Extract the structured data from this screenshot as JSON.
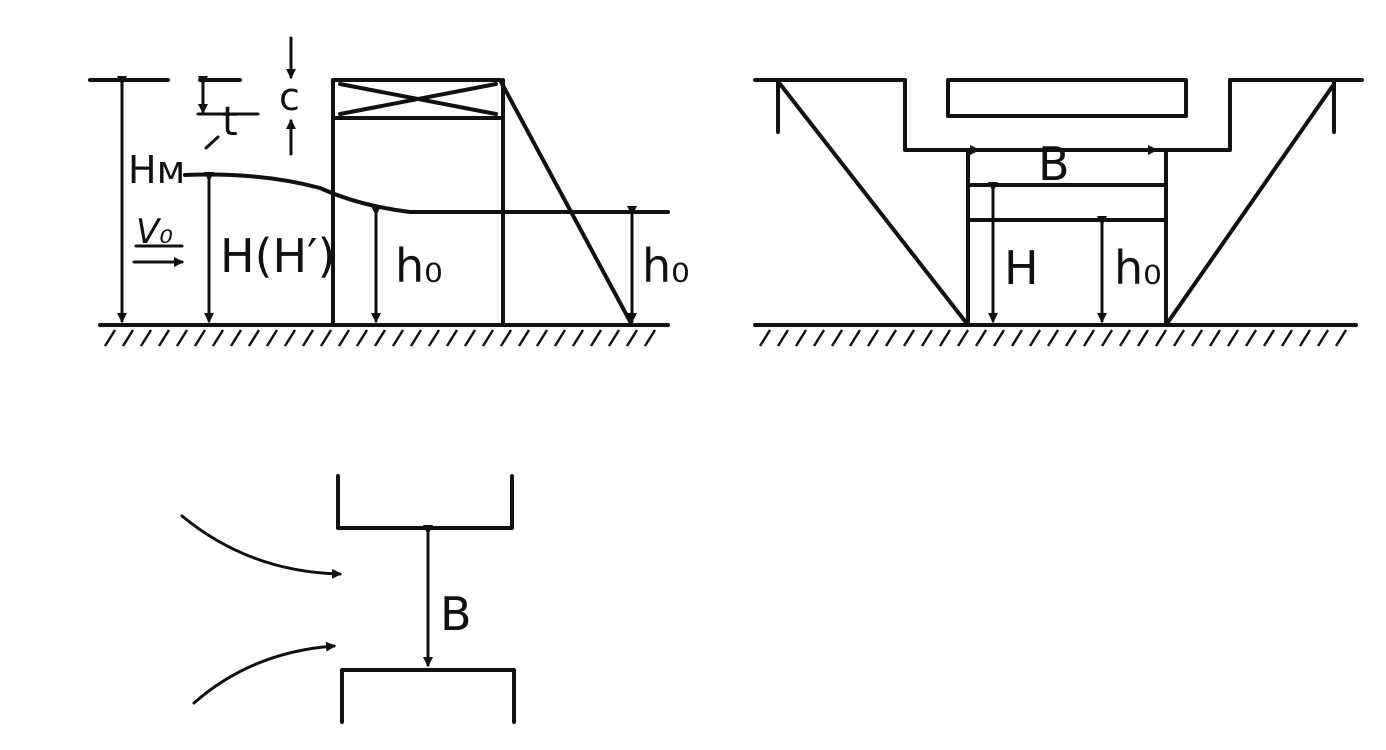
{
  "section_view": {
    "labels": {
      "Hm": "Hм",
      "t": "t",
      "c": "c",
      "V0": "V₀",
      "H": "H(H′)",
      "h0_inside": "h₀",
      "h0_outside": "h₀"
    }
  },
  "front_view": {
    "labels": {
      "B": "B",
      "H": "H",
      "h0": "h₀"
    }
  },
  "plan_view": {
    "labels": {
      "B": "B"
    }
  }
}
